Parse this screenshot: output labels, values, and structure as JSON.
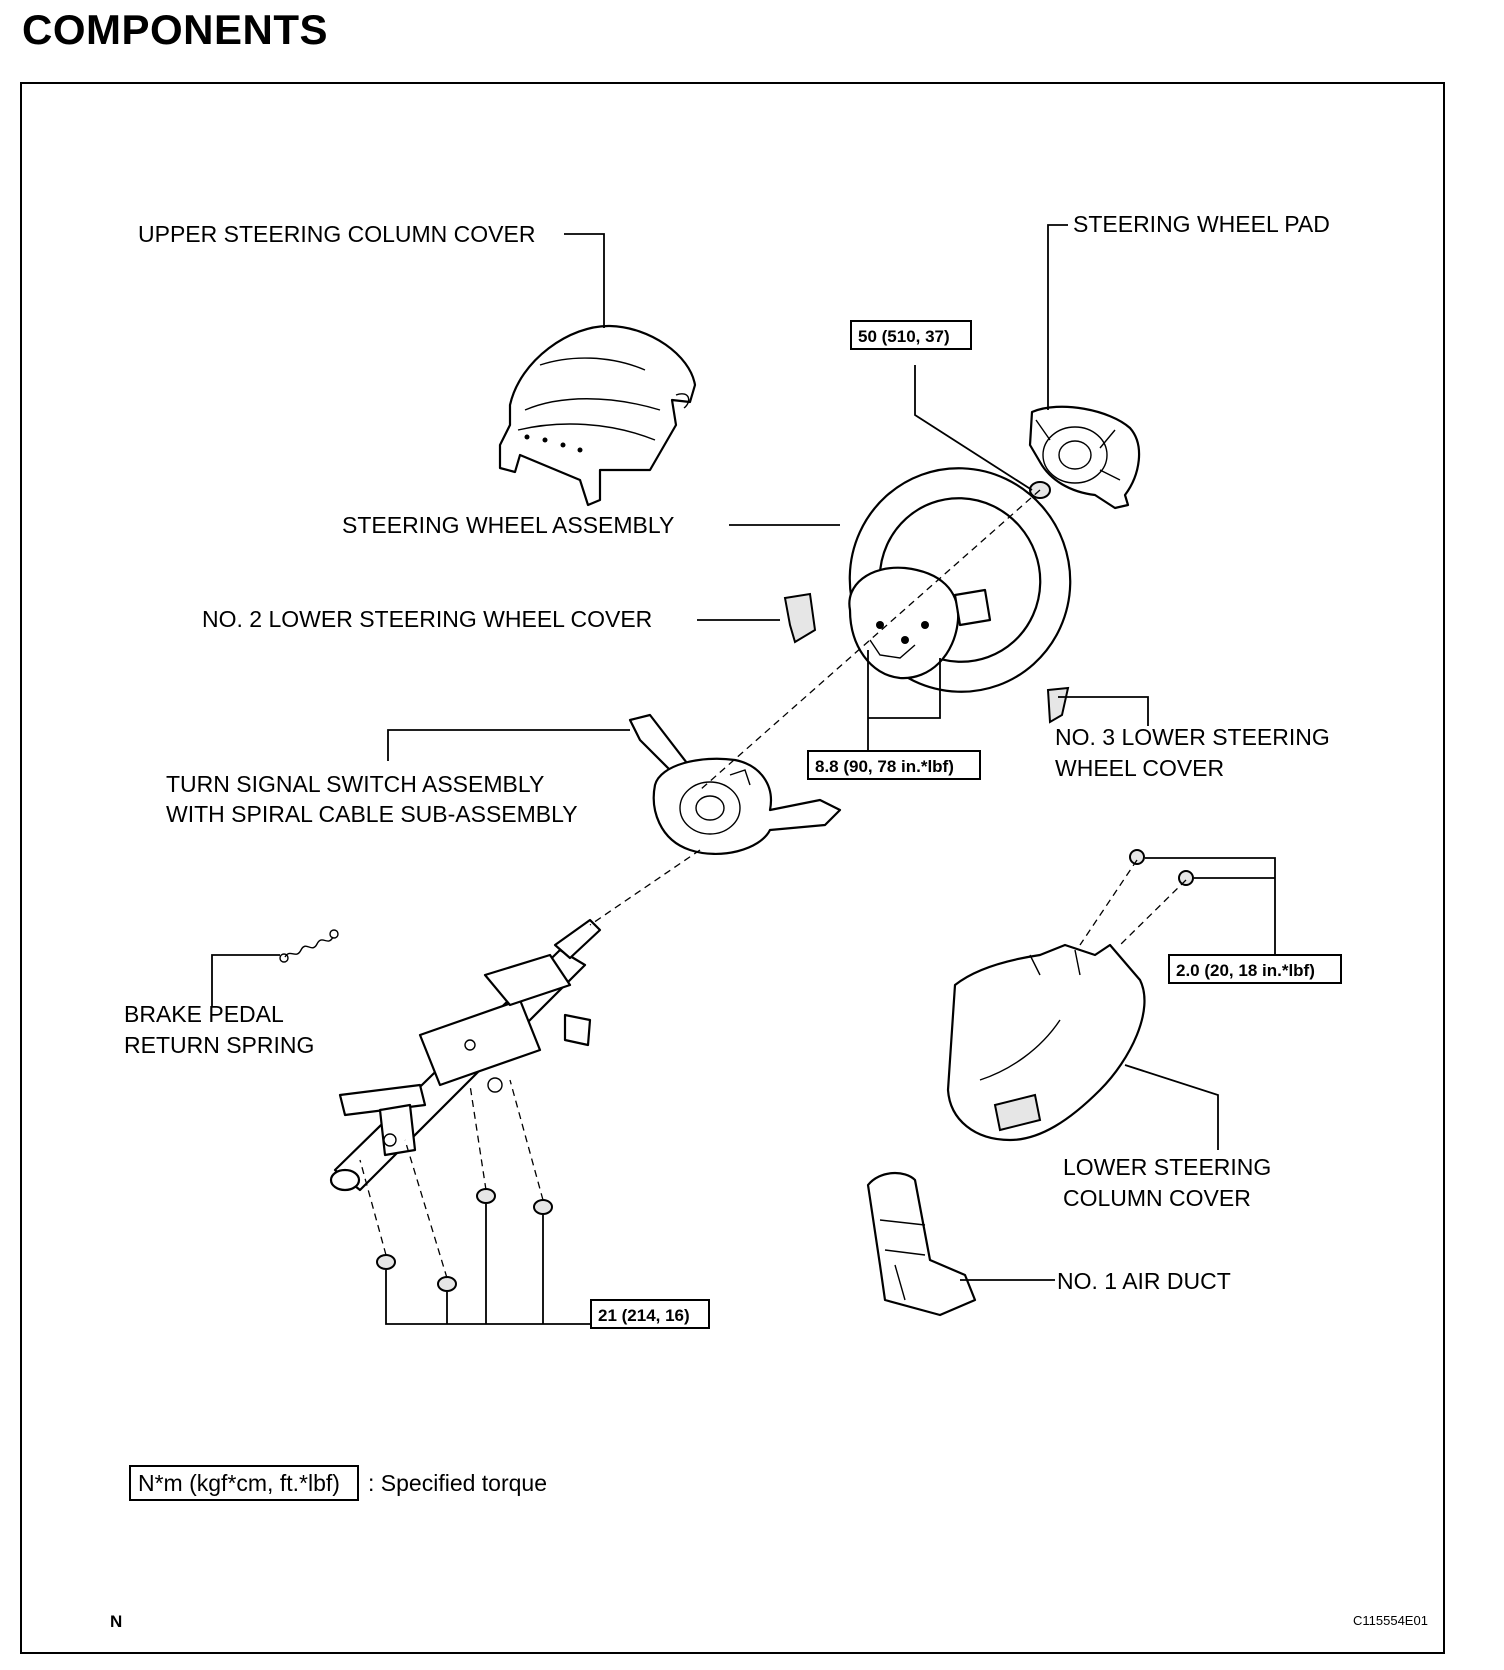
{
  "page_title": "COMPONENTS",
  "parts": {
    "upper_steering_column_cover": "UPPER STEERING COLUMN COVER",
    "steering_wheel_pad": "STEERING WHEEL PAD",
    "steering_wheel_assembly": "STEERING WHEEL ASSEMBLY",
    "no2_lower_steering_wheel_cover": "NO. 2 LOWER STEERING WHEEL COVER",
    "no3_lower_steering_wheel_cover_line1": "NO. 3 LOWER STEERING",
    "no3_lower_steering_wheel_cover_line2": "WHEEL COVER",
    "turn_signal_switch_line1": "TURN SIGNAL SWITCH ASSEMBLY",
    "turn_signal_switch_line2": "WITH SPIRAL CABLE SUB-ASSEMBLY",
    "brake_pedal_return_spring_line1": "BRAKE PEDAL",
    "brake_pedal_return_spring_line2": "RETURN SPRING",
    "lower_steering_column_cover_line1": "LOWER STEERING",
    "lower_steering_column_cover_line2": "COLUMN COVER",
    "no1_air_duct": "NO. 1 AIR DUCT"
  },
  "torques": {
    "wheel_nut": "50 (510, 37)",
    "pad_screws": "8.8 (90, 78 in.*lbf)",
    "cover_screws": "2.0 (20, 18 in.*lbf)",
    "column_nuts": "21 (214, 16)"
  },
  "legend": {
    "unit_box": "N*m (kgf*cm, ft.*lbf)",
    "description": ": Specified torque"
  },
  "footer": {
    "corner_mark": "N",
    "figure_code": "C115554E01"
  }
}
